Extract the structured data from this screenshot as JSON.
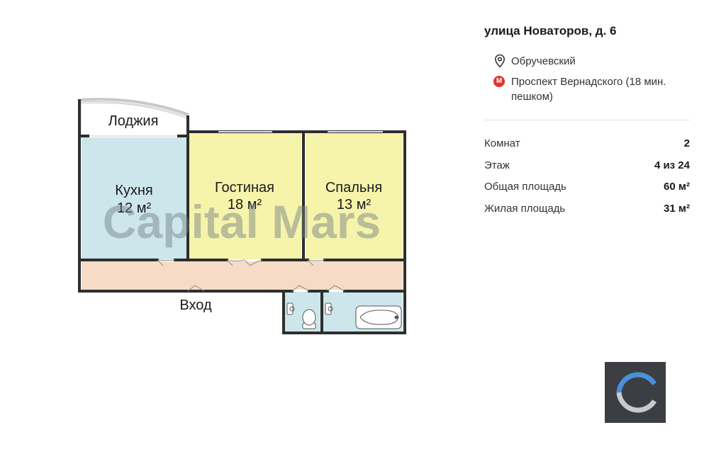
{
  "listing": {
    "address": "улица Новаторов, д. 6",
    "district": "Обручевский",
    "metro": "Проспект Вернадского (18 мин. пешком)",
    "metro_badge": "М"
  },
  "stats": [
    {
      "label": "Комнат",
      "value": "2"
    },
    {
      "label": "Этаж",
      "value": "4 из 24"
    },
    {
      "label": "Общая площадь",
      "value": "60 м²"
    },
    {
      "label": "Жилая площадь",
      "value": "31 м²"
    }
  ],
  "floorplan": {
    "rooms": {
      "loggia": "Лоджия",
      "kitchen": {
        "name": "Кухня",
        "area": "12 м²"
      },
      "living": {
        "name": "Гостиная",
        "area": "18 м²"
      },
      "bedroom": {
        "name": "Спальня",
        "area": "13 м²"
      },
      "entrance": "Вход"
    },
    "watermark": "Capital Mars",
    "colors": {
      "kitchen": "#cde6ec",
      "living": "#f6f3ab",
      "bedroom": "#f6f3ab",
      "corridor": "#f6dcc6",
      "bath": "#cde6ec",
      "wall": "#2e2e2e"
    }
  },
  "logo": {
    "background": "#3b3f44",
    "accent": "#4a90d9"
  }
}
